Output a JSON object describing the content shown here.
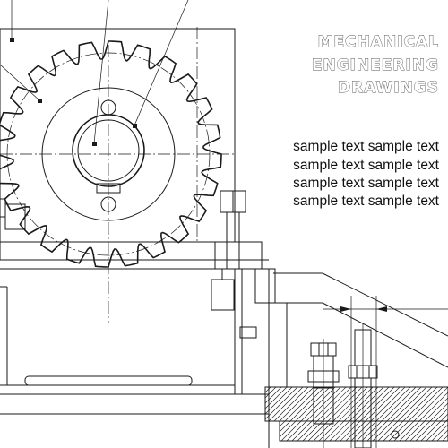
{
  "title": {
    "lines": [
      "MECHANICAL",
      "ENGINEERING",
      "DRAWINGS"
    ]
  },
  "sample_text": {
    "lines": [
      "sample text sample text",
      "sample text sample text",
      "sample text sample text",
      "sample text sample text"
    ]
  },
  "gear": {
    "teeth": 24
  },
  "colors": {
    "background": "#ffffff",
    "ink": "#1a1a1a",
    "title_outline": "#555555"
  }
}
